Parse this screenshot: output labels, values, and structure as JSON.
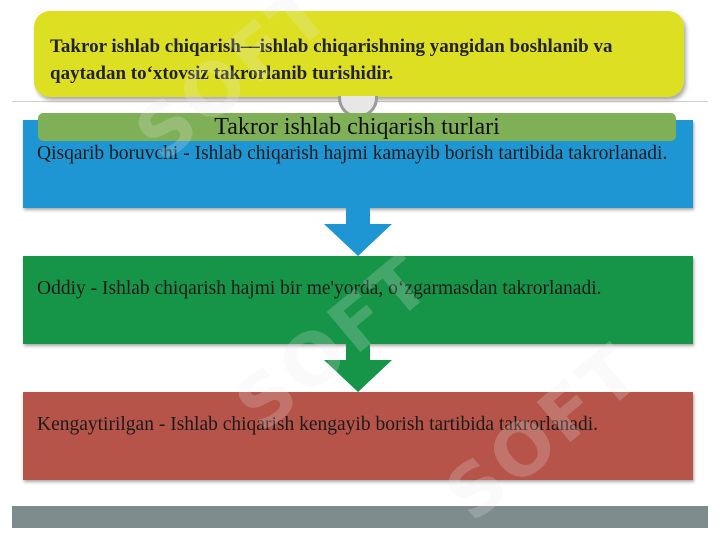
{
  "title_box": {
    "text": "Takror ishlab chiqarish—ishlab chiqarishning yangidan boshlanib va qaytadan to‘xtovsiz takrorlanib turishidir."
  },
  "types_header": "Takror ishlab chiqarish turlari",
  "steps": [
    {
      "text": "Qisqarib boruvchi - Ishlab chiqarish hajmi kamayib borish tartibida takrorlanadi.",
      "color": "#1e96d3"
    },
    {
      "text": "Oddiy - Ishlab chiqarish hajmi bir me'yorda, o‘zgarmasdan takrorlanadi.",
      "color": "#169447"
    },
    {
      "text": "Kengaytirilgan - Ishlab chiqarish kengayib borish tartibida takrorlanadi.",
      "color": "#b6544a"
    }
  ],
  "arrows": [
    {
      "color": "#1e96d3"
    },
    {
      "color": "#169447"
    }
  ],
  "watermark": "SOFT"
}
